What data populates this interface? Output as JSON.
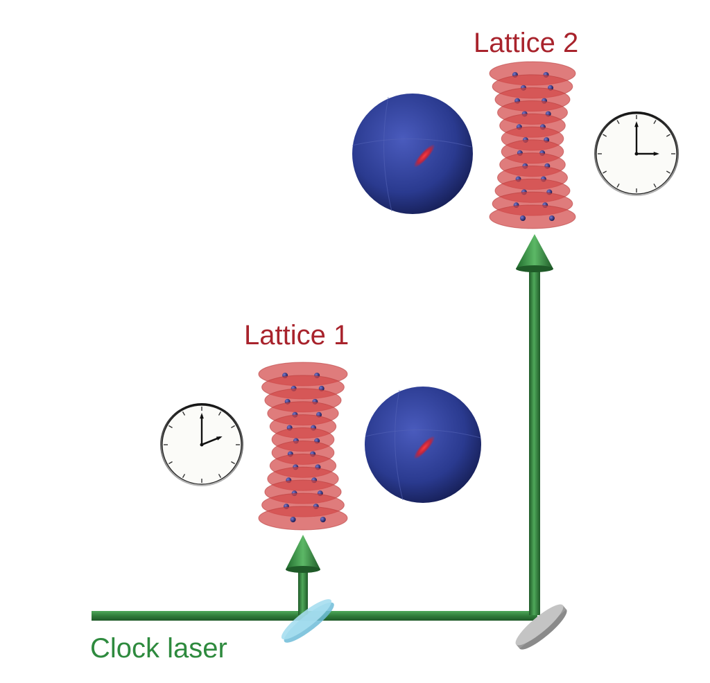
{
  "labels": {
    "lattice_1": "Lattice 1",
    "lattice_2": "Lattice 2",
    "clock_laser": "Clock laser"
  },
  "colors": {
    "lattice_label": "#a8232c",
    "laser_label": "#2e8a3e",
    "beam": "#2f7d3a",
    "beam_light": "#4fa85a",
    "disk": "#d24a4a",
    "atom": "#2a2a6e",
    "sphere": "#2a3a8f",
    "splitter": "#8fd3ec",
    "mirror": "#a9a9a9"
  },
  "icons": {
    "clock": "clock-icon",
    "bloch_sphere": "bloch-sphere-icon",
    "beam_splitter": "beam-splitter-icon",
    "mirror": "mirror-icon"
  }
}
